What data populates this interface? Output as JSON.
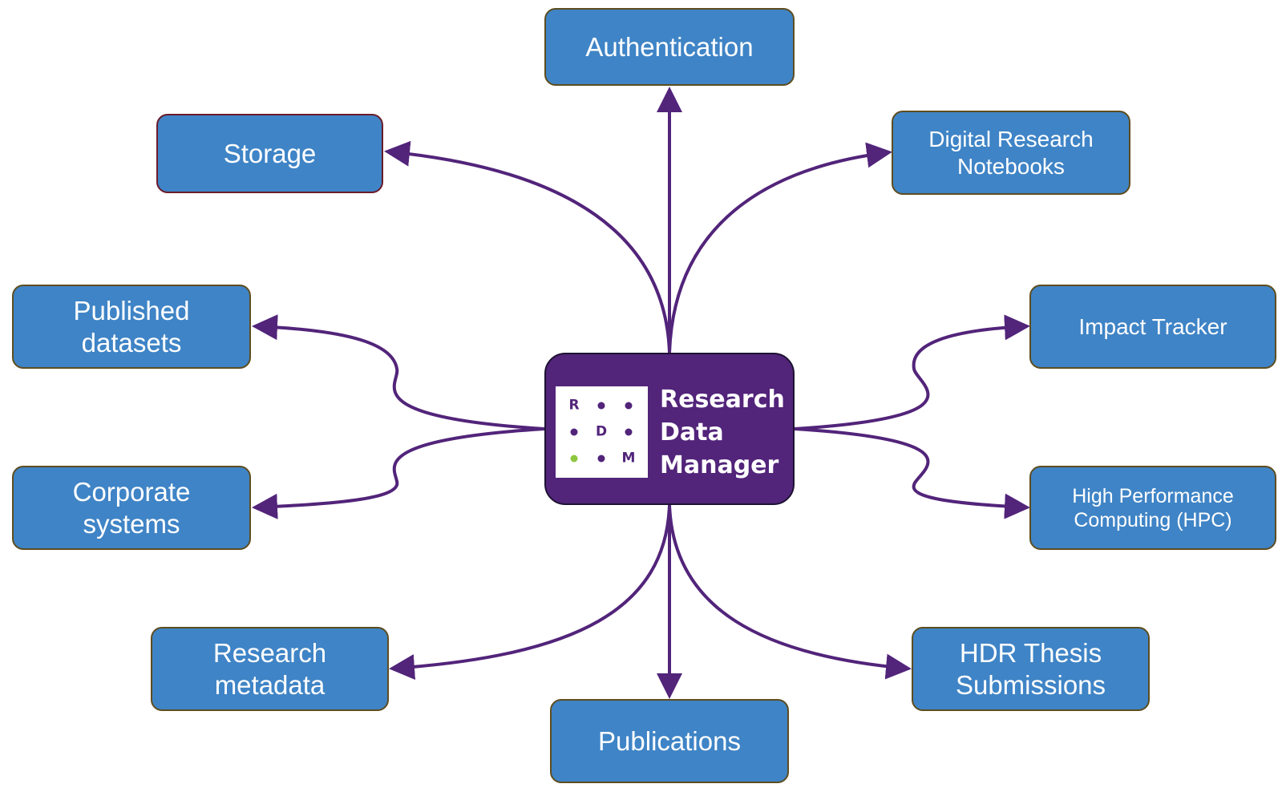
{
  "colors": {
    "node_fill": "#3f84c6",
    "node_border": "#5e4d1f",
    "hub_fill": "#52247a",
    "connector": "#52247a",
    "logo_green_dot": "#8dc63f"
  },
  "hub": {
    "title": "Research\nData\nManager",
    "logo": {
      "letters": [
        "R",
        "D",
        "M"
      ],
      "grid": "3x3 letters and dots",
      "accent_dot": "green"
    }
  },
  "nodes": [
    {
      "id": "authentication",
      "label": "Authentication"
    },
    {
      "id": "storage",
      "label": "Storage"
    },
    {
      "id": "digital-research-notebooks",
      "label": "Digital Research\nNotebooks"
    },
    {
      "id": "published-datasets",
      "label": "Published\ndatasets"
    },
    {
      "id": "impact-tracker",
      "label": "Impact Tracker"
    },
    {
      "id": "corporate-systems",
      "label": "Corporate\nsystems"
    },
    {
      "id": "hpc",
      "label": "High Performance\nComputing (HPC)"
    },
    {
      "id": "research-metadata",
      "label": "Research\nmetadata"
    },
    {
      "id": "hdr-thesis-submissions",
      "label": "HDR Thesis\nSubmissions"
    },
    {
      "id": "publications",
      "label": "Publications"
    }
  ],
  "edges": [
    {
      "from": "hub",
      "to": "authentication",
      "arrow": "end"
    },
    {
      "from": "hub",
      "to": "storage",
      "arrow": "end"
    },
    {
      "from": "hub",
      "to": "digital-research-notebooks",
      "arrow": "end"
    },
    {
      "from": "hub",
      "to": "published-datasets",
      "arrow": "end"
    },
    {
      "from": "hub",
      "to": "impact-tracker",
      "arrow": "end"
    },
    {
      "from": "hub",
      "to": "corporate-systems",
      "arrow": "end"
    },
    {
      "from": "hub",
      "to": "hpc",
      "arrow": "end"
    },
    {
      "from": "hub",
      "to": "research-metadata",
      "arrow": "end"
    },
    {
      "from": "hub",
      "to": "hdr-thesis-submissions",
      "arrow": "end"
    },
    {
      "from": "hub",
      "to": "publications",
      "arrow": "end"
    }
  ]
}
